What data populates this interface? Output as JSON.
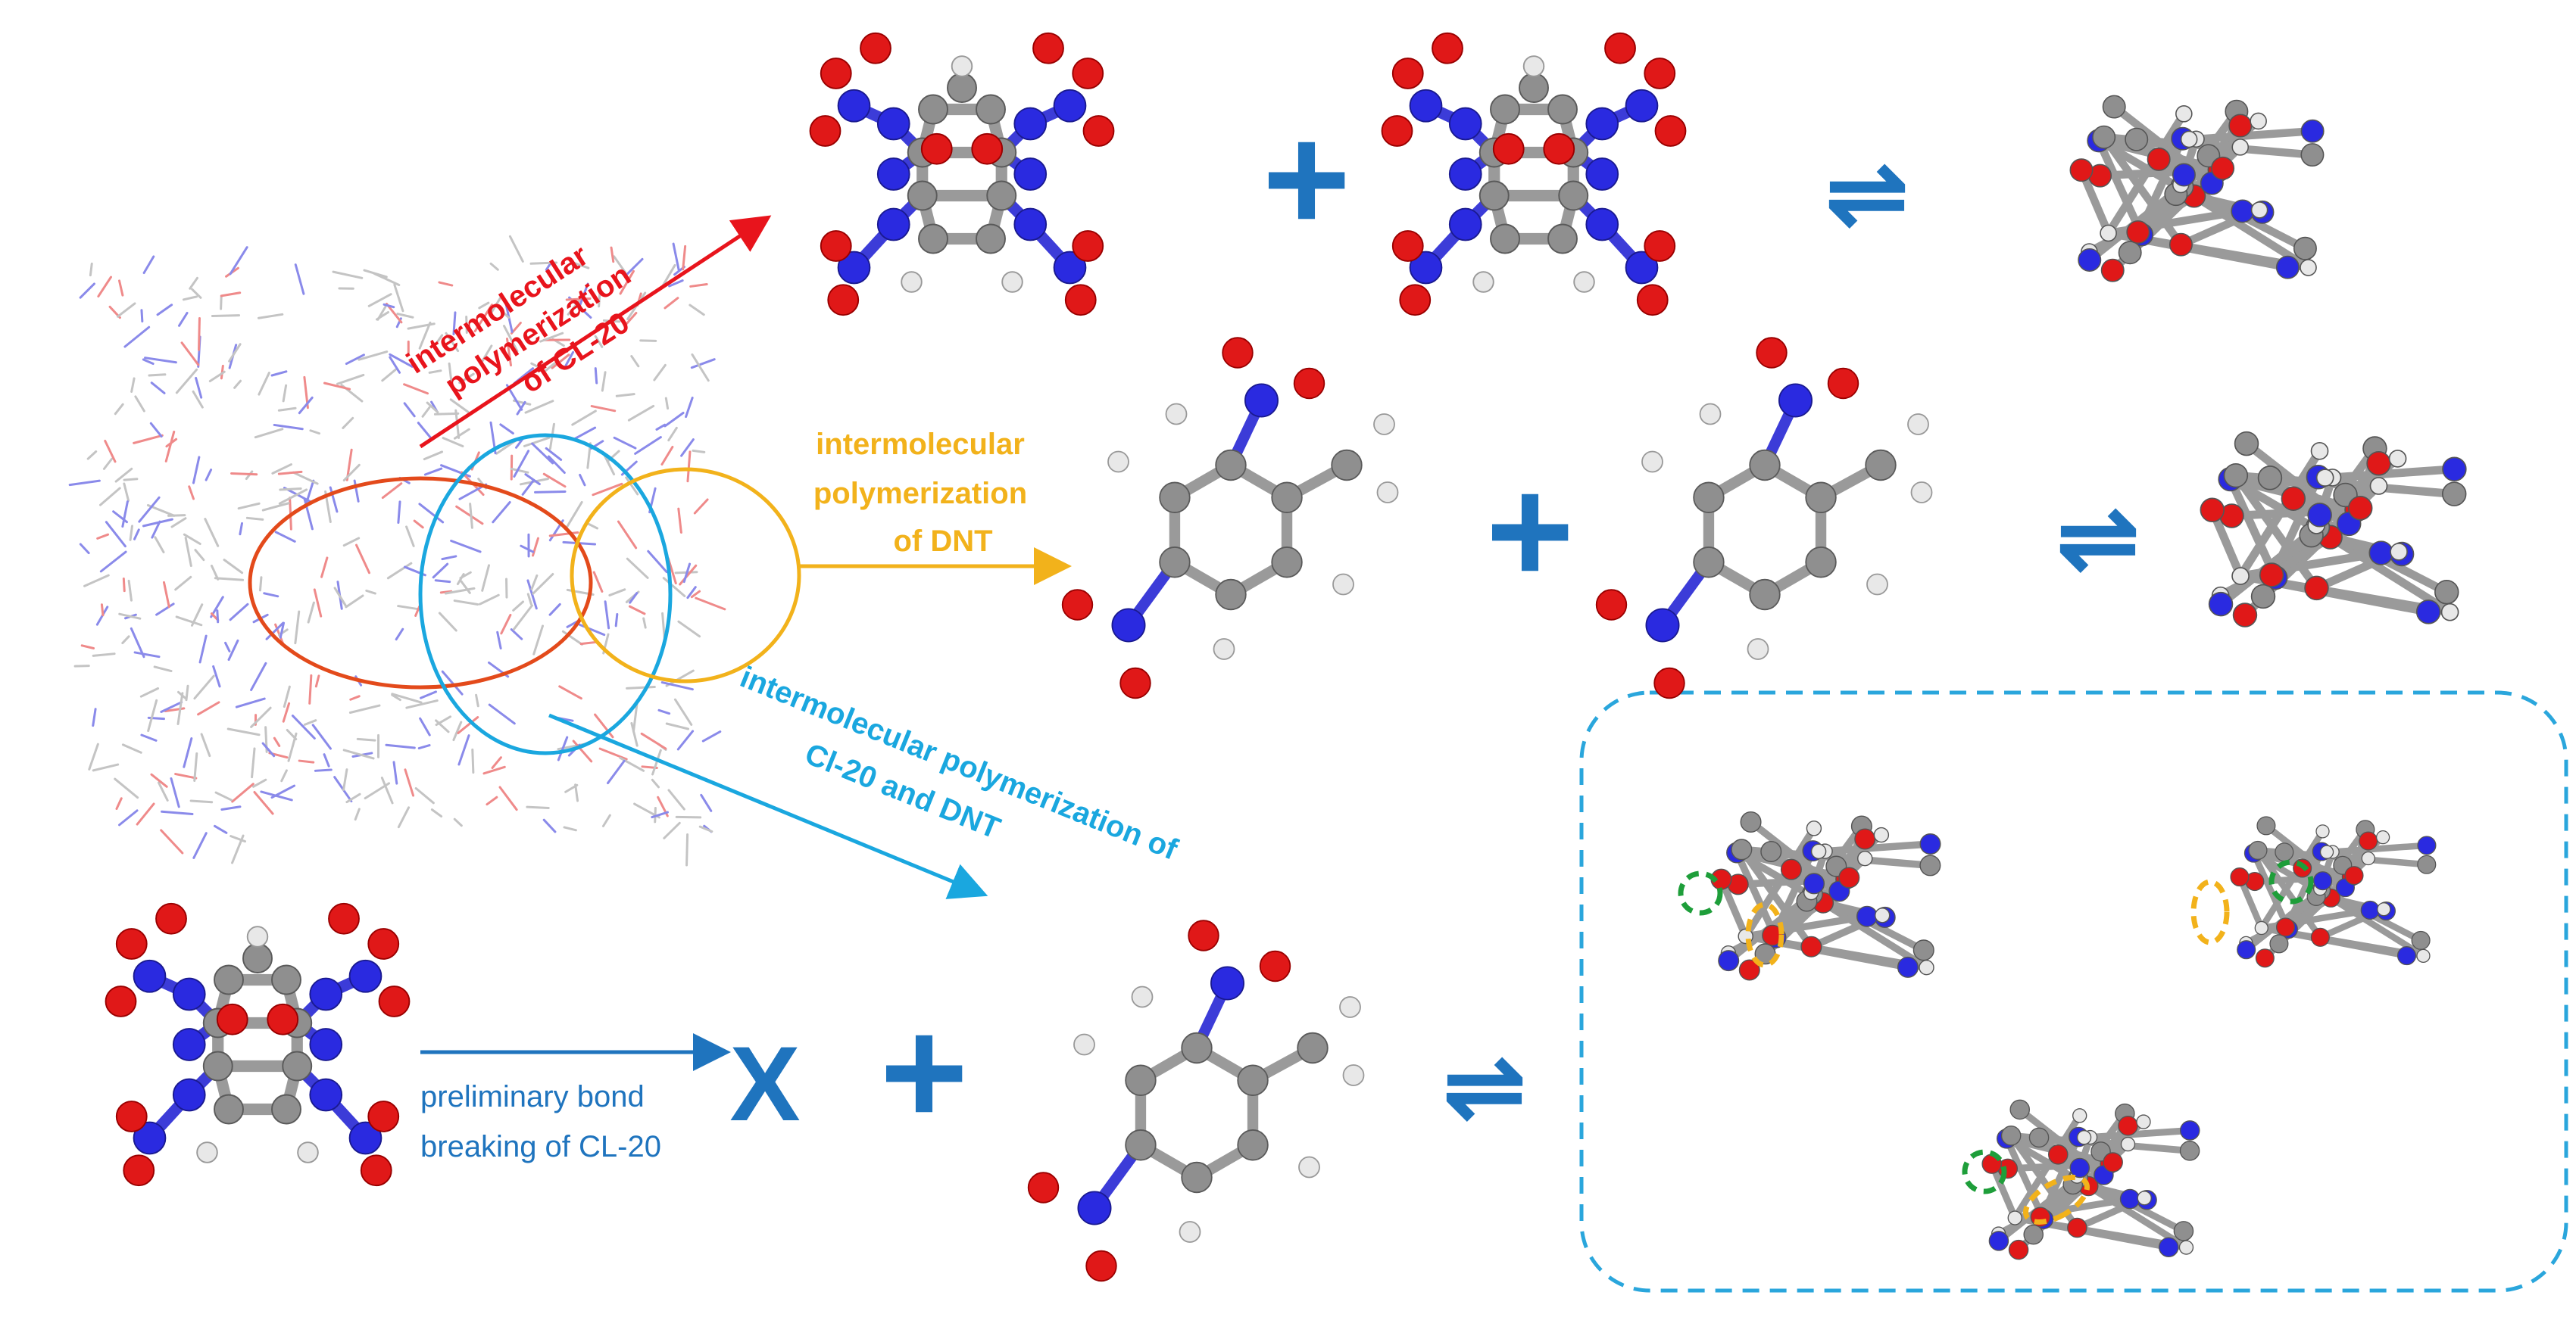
{
  "labels": {
    "cl20_poly_line1": "intermolecular",
    "cl20_poly_line2": "polymerization",
    "cl20_poly_line3": "of CL-20",
    "dnt_poly_line1": "intermolecular",
    "dnt_poly_line2": "polymerization",
    "dnt_poly_line3": "of DNT",
    "mixed_poly_line1": "intermolecular polymerization of",
    "mixed_poly_line2": "Cl-20 and DNT",
    "bond_break_line1": "preliminary bond",
    "bond_break_line2": "breaking of CL-20",
    "radical_x": "X",
    "plus": "+",
    "equilibrium": "⇌"
  },
  "colors": {
    "red": "#e8141c",
    "orange_red": "#e34a1b",
    "gold": "#f2b21b",
    "cyan": "#1aa7df",
    "blue": "#1f74be",
    "dash_box": "#2aa6dc",
    "atom_n": "#2a2ae0",
    "atom_o": "#e01818",
    "atom_c": "#8f8f8f",
    "atom_h": "#e8e8e8",
    "green_marker": "#1e9e3a",
    "gold_marker": "#f2b21b"
  },
  "icons": {
    "crystal_lattice": "crystal-lattice-image",
    "molecule_cl20": "cl20-molecule",
    "molecule_dnt": "dnt-molecule",
    "dimer": "dimer-molecule"
  }
}
